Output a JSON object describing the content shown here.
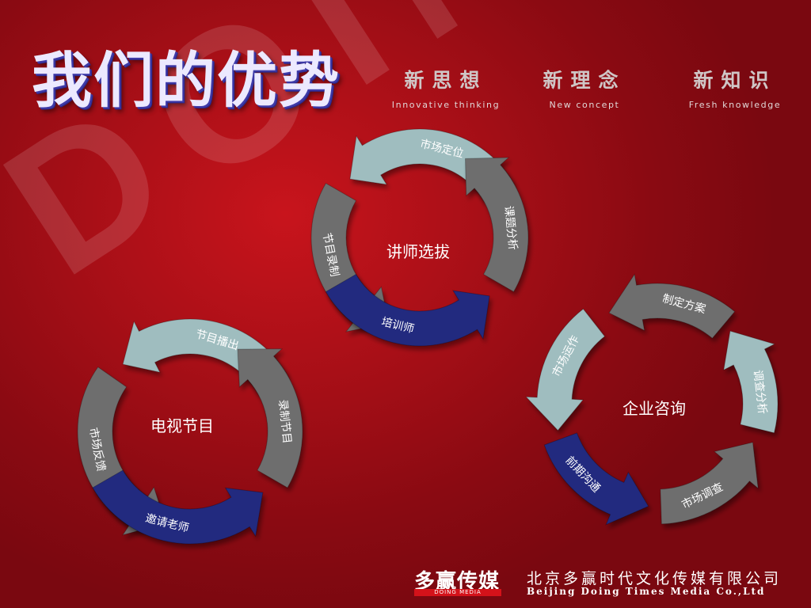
{
  "watermark": "DOING",
  "title": "我们的优势",
  "slogans": [
    {
      "cn": "新思想",
      "en": "Innovative thinking"
    },
    {
      "cn": "新理念",
      "en": "New concept"
    },
    {
      "cn": "新知识",
      "en": "Fresh knowledge"
    }
  ],
  "cycles": {
    "lecturer": {
      "label": "讲师选拔",
      "arrows": [
        "市场定位",
        "节目录制",
        "培训师",
        "课题分析"
      ]
    },
    "tv": {
      "label": "电视节目",
      "arrows": [
        "节目播出",
        "市场反馈",
        "邀请老师",
        "录制节目"
      ]
    },
    "consulting": {
      "label": "企业咨询",
      "arrows": [
        "制定方案",
        "市场运作",
        "前期沟通",
        "市场调查",
        "调查分析"
      ]
    }
  },
  "logo": {
    "text": "多赢传媒",
    "tag": "DOING MEDIA"
  },
  "company": {
    "cn": "北京多赢时代文化传媒有限公司",
    "en": "Beijing Doing Times Media Co.,Ltd"
  },
  "colors": {
    "background": "#a80f17",
    "arrow_light": "#9fbdbf",
    "arrow_gray": "#6e6e6e",
    "arrow_blue": "#232a7f"
  }
}
